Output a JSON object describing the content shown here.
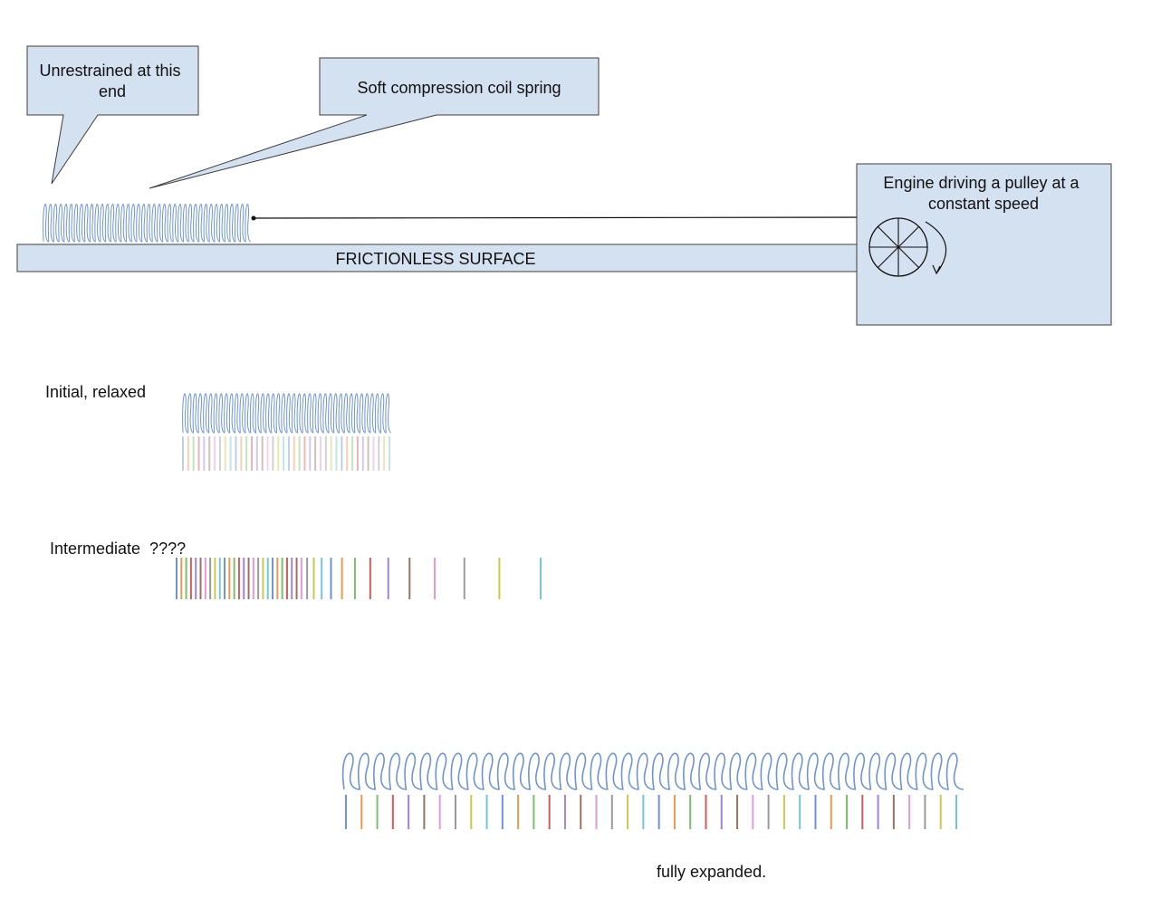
{
  "callouts": {
    "unrestrained": [
      "Unrestrained at this",
      "end"
    ],
    "spring": "Soft compression coil spring"
  },
  "surface_label": "FRICTIONLESS SURFACE",
  "engine_label": [
    "Engine driving a pulley at a",
    "constant speed"
  ],
  "stages": {
    "initial": "Initial, relaxed",
    "intermediate": "Intermediate  ????",
    "expanded": "fully expanded."
  },
  "colors": {
    "box_fill": "#d4e1f0",
    "box_stroke": "#3d3d3d",
    "spring": "#6d94d6",
    "marker_palette": [
      "#6f93d8",
      "#e89a4f",
      "#7bbf6d",
      "#d45b5b",
      "#a083d6",
      "#9b735f",
      "#e29ad3",
      "#9a9a9a",
      "#c9c94f",
      "#73c7d8"
    ]
  },
  "icons": [
    "pulley-wheel-icon",
    "rotation-arrow-icon"
  ]
}
